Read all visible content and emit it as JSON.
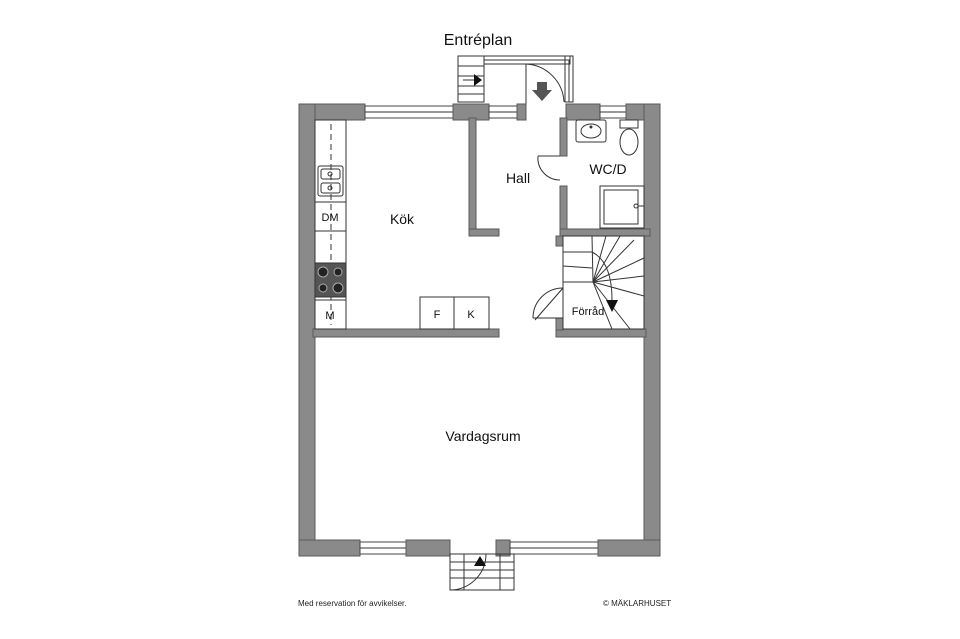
{
  "title": "Entréplan",
  "rooms": {
    "kitchen": "Kök",
    "hall": "Hall",
    "wc": "WC/D",
    "storage": "Förråd",
    "living": "Vardagsrum"
  },
  "appliances": {
    "dishwasher": "DM",
    "microwave": "M",
    "fridge": "F",
    "freezer": "K"
  },
  "footer": {
    "disclaimer": "Med reservation för avvikelser.",
    "copyright": "© MÄKLARHUSET"
  }
}
